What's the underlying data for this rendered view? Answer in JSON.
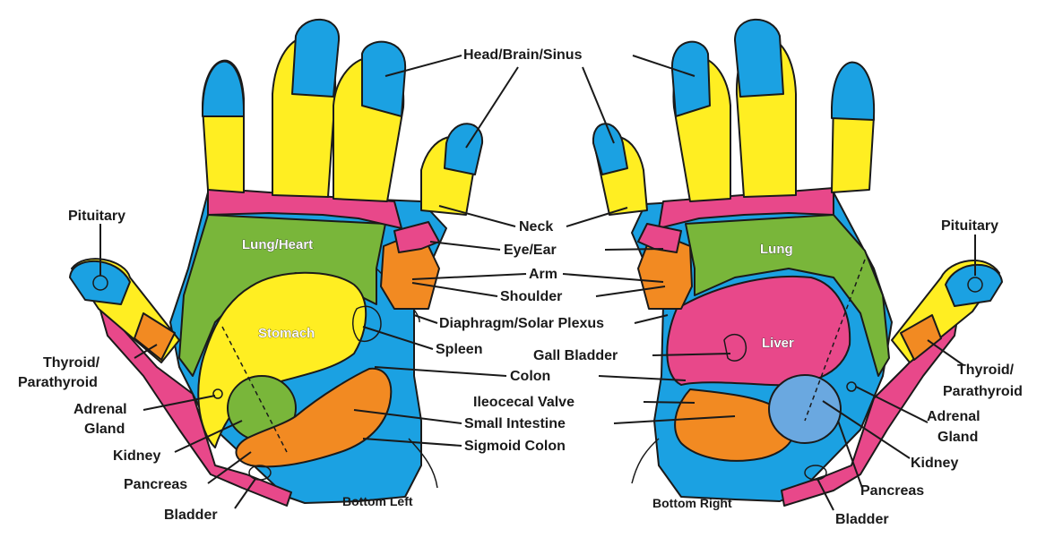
{
  "colors": {
    "blue": "#1ba1e2",
    "yellow": "#ffee22",
    "pink": "#e8488a",
    "green": "#79b63a",
    "orange": "#f28a22",
    "light_blue": "#6aa8e0",
    "white": "#ffffff",
    "outline": "#1a1a1a"
  },
  "labels": {
    "head_brain_sinus": "Head/Brain/Sinus",
    "neck": "Neck",
    "eye_ear": "Eye/Ear",
    "arm": "Arm",
    "shoulder": "Shoulder",
    "diaphragm": "Diaphragm/Solar Plexus",
    "spleen": "Spleen",
    "gall_bladder": "Gall Bladder",
    "colon": "Colon",
    "ileocecal": "Ileocecal Valve",
    "small_intestine": "Small Intestine",
    "sigmoid_colon": "Sigmoid Colon",
    "left": {
      "pituitary": "Pituitary",
      "thyroid_1": "Thyroid/",
      "thyroid_2": "Parathyroid",
      "adrenal_1": "Adrenal",
      "adrenal_2": "Gland",
      "kidney": "Kidney",
      "pancreas": "Pancreas",
      "bladder": "Bladder",
      "caption": "Bottom Left",
      "zone_lung_heart": "Lung/Heart",
      "zone_stomach": "Stomach"
    },
    "right": {
      "pituitary": "Pituitary",
      "thyroid_1": "Thyroid/",
      "thyroid_2": "Parathyroid",
      "adrenal_1": "Adrenal",
      "adrenal_2": "Gland",
      "kidney": "Kidney",
      "pancreas": "Pancreas",
      "bladder": "Bladder",
      "caption": "Bottom Right",
      "zone_lung": "Lung",
      "zone_liver": "Liver"
    }
  }
}
